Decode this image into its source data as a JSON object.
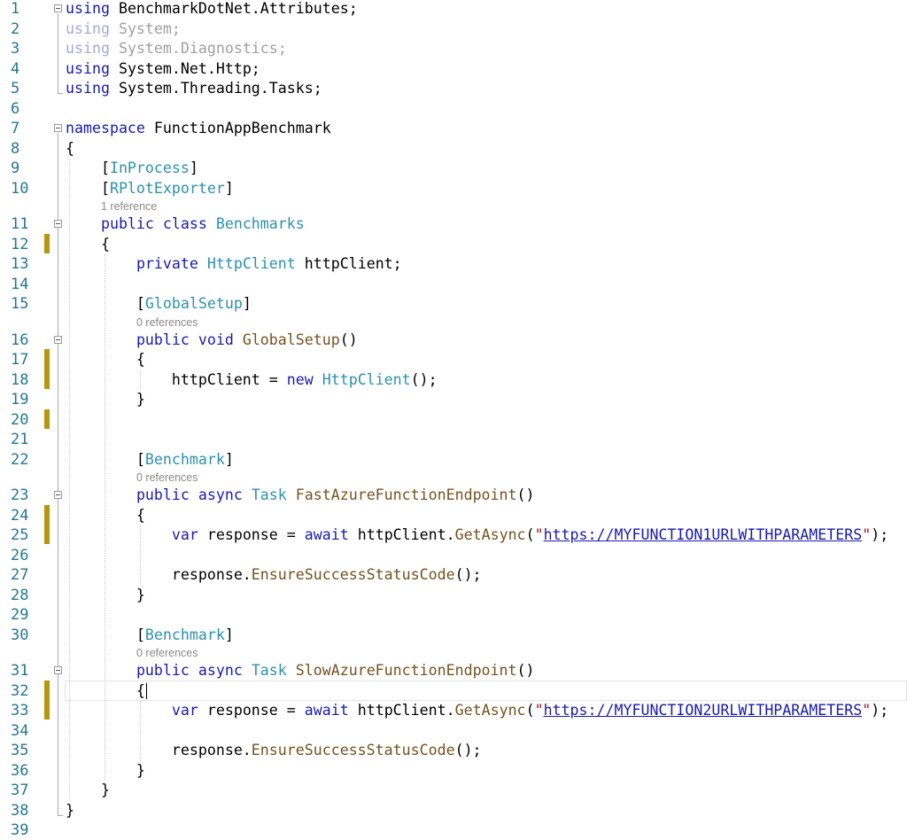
{
  "editor": {
    "current_line": 32,
    "change_marks": [
      [
        12,
        12
      ],
      [
        17,
        18
      ],
      [
        20,
        20
      ],
      [
        24,
        25
      ],
      [
        32,
        33
      ]
    ],
    "fold_lines": [
      1,
      7,
      11,
      16,
      23,
      31
    ],
    "lines": [
      {
        "n": "1",
        "tokens": [
          [
            "k",
            "using "
          ],
          [
            "p",
            "BenchmarkDotNet.Attributes;"
          ]
        ]
      },
      {
        "n": "2",
        "tokens": [
          [
            "fk",
            "using "
          ],
          [
            "fp",
            "System;"
          ]
        ]
      },
      {
        "n": "3",
        "tokens": [
          [
            "fk",
            "using "
          ],
          [
            "fp",
            "System.Diagnostics;"
          ]
        ]
      },
      {
        "n": "4",
        "tokens": [
          [
            "k",
            "using "
          ],
          [
            "p",
            "System.Net.Http;"
          ]
        ]
      },
      {
        "n": "5",
        "tokens": [
          [
            "k",
            "using "
          ],
          [
            "p",
            "System.Threading.Tasks;"
          ]
        ]
      },
      {
        "n": "6",
        "tokens": []
      },
      {
        "n": "7",
        "tokens": [
          [
            "k",
            "namespace "
          ],
          [
            "p",
            "FunctionAppBenchmark"
          ]
        ]
      },
      {
        "n": "8",
        "tokens": [
          [
            "p",
            "{"
          ]
        ]
      },
      {
        "n": "9",
        "tokens": [
          [
            "p",
            "    ["
          ],
          [
            "t",
            "InProcess"
          ],
          [
            "p",
            "]"
          ]
        ]
      },
      {
        "n": "10",
        "tokens": [
          [
            "p",
            "    ["
          ],
          [
            "t",
            "RPlotExporter"
          ],
          [
            "p",
            "]"
          ]
        ]
      },
      {
        "n": "11",
        "lens": "1 reference",
        "indent": 4,
        "tokens": [
          [
            "p",
            "    "
          ],
          [
            "k",
            "public class "
          ],
          [
            "t",
            "Benchmarks"
          ]
        ]
      },
      {
        "n": "12",
        "tokens": [
          [
            "p",
            "    {"
          ]
        ]
      },
      {
        "n": "13",
        "tokens": [
          [
            "p",
            "        "
          ],
          [
            "k",
            "private "
          ],
          [
            "t",
            "HttpClient"
          ],
          [
            "p",
            " httpClient;"
          ]
        ]
      },
      {
        "n": "14",
        "tokens": []
      },
      {
        "n": "15",
        "tokens": [
          [
            "p",
            "        ["
          ],
          [
            "t",
            "GlobalSetup"
          ],
          [
            "p",
            "]"
          ]
        ]
      },
      {
        "n": "16",
        "lens": "0 references",
        "indent": 8,
        "tokens": [
          [
            "p",
            "        "
          ],
          [
            "k",
            "public void "
          ],
          [
            "m",
            "GlobalSetup"
          ],
          [
            "p",
            "()"
          ]
        ]
      },
      {
        "n": "17",
        "tokens": [
          [
            "p",
            "        {"
          ]
        ]
      },
      {
        "n": "18",
        "tokens": [
          [
            "p",
            "            httpClient = "
          ],
          [
            "k",
            "new "
          ],
          [
            "t",
            "HttpClient"
          ],
          [
            "p",
            "();"
          ]
        ]
      },
      {
        "n": "19",
        "tokens": [
          [
            "p",
            "        }"
          ]
        ]
      },
      {
        "n": "20",
        "tokens": []
      },
      {
        "n": "21",
        "tokens": []
      },
      {
        "n": "22",
        "tokens": [
          [
            "p",
            "        ["
          ],
          [
            "t",
            "Benchmark"
          ],
          [
            "p",
            "]"
          ]
        ]
      },
      {
        "n": "23",
        "lens": "0 references",
        "indent": 8,
        "tokens": [
          [
            "p",
            "        "
          ],
          [
            "k",
            "public async "
          ],
          [
            "t",
            "Task "
          ],
          [
            "m",
            "FastAzureFunctionEndpoint"
          ],
          [
            "p",
            "()"
          ]
        ]
      },
      {
        "n": "24",
        "tokens": [
          [
            "p",
            "        {"
          ]
        ]
      },
      {
        "n": "25",
        "tokens": [
          [
            "p",
            "            "
          ],
          [
            "k",
            "var "
          ],
          [
            "p",
            "response = "
          ],
          [
            "k",
            "await "
          ],
          [
            "p",
            "httpClient."
          ],
          [
            "m",
            "GetAsync"
          ],
          [
            "p",
            "("
          ],
          [
            "s",
            "\""
          ],
          [
            "u",
            "https://MYFUNCTION1URLWITHPARAMETERS"
          ],
          [
            "s",
            "\""
          ],
          [
            "p",
            ");"
          ]
        ]
      },
      {
        "n": "26",
        "tokens": []
      },
      {
        "n": "27",
        "tokens": [
          [
            "p",
            "            response."
          ],
          [
            "m",
            "EnsureSuccessStatusCode"
          ],
          [
            "p",
            "();"
          ]
        ]
      },
      {
        "n": "28",
        "tokens": [
          [
            "p",
            "        }"
          ]
        ]
      },
      {
        "n": "29",
        "tokens": []
      },
      {
        "n": "30",
        "tokens": [
          [
            "p",
            "        ["
          ],
          [
            "t",
            "Benchmark"
          ],
          [
            "p",
            "]"
          ]
        ]
      },
      {
        "n": "31",
        "lens": "0 references",
        "indent": 8,
        "tokens": [
          [
            "p",
            "        "
          ],
          [
            "k",
            "public async "
          ],
          [
            "t",
            "Task "
          ],
          [
            "m",
            "SlowAzureFunctionEndpoint"
          ],
          [
            "p",
            "()"
          ]
        ]
      },
      {
        "n": "32",
        "tokens": [
          [
            "p",
            "        {"
          ]
        ]
      },
      {
        "n": "33",
        "tokens": [
          [
            "p",
            "            "
          ],
          [
            "k",
            "var "
          ],
          [
            "p",
            "response = "
          ],
          [
            "k",
            "await "
          ],
          [
            "p",
            "httpClient."
          ],
          [
            "m",
            "GetAsync"
          ],
          [
            "p",
            "("
          ],
          [
            "s",
            "\""
          ],
          [
            "u",
            "https://MYFUNCTION2URLWITHPARAMETERS"
          ],
          [
            "s",
            "\""
          ],
          [
            "p",
            ");"
          ]
        ]
      },
      {
        "n": "34",
        "tokens": []
      },
      {
        "n": "35",
        "tokens": [
          [
            "p",
            "            response."
          ],
          [
            "m",
            "EnsureSuccessStatusCode"
          ],
          [
            "p",
            "();"
          ]
        ]
      },
      {
        "n": "36",
        "tokens": [
          [
            "p",
            "        }"
          ]
        ]
      },
      {
        "n": "37",
        "tokens": [
          [
            "p",
            "    }"
          ]
        ]
      },
      {
        "n": "38",
        "tokens": [
          [
            "p",
            "}"
          ]
        ]
      },
      {
        "n": "39",
        "tokens": []
      }
    ]
  }
}
